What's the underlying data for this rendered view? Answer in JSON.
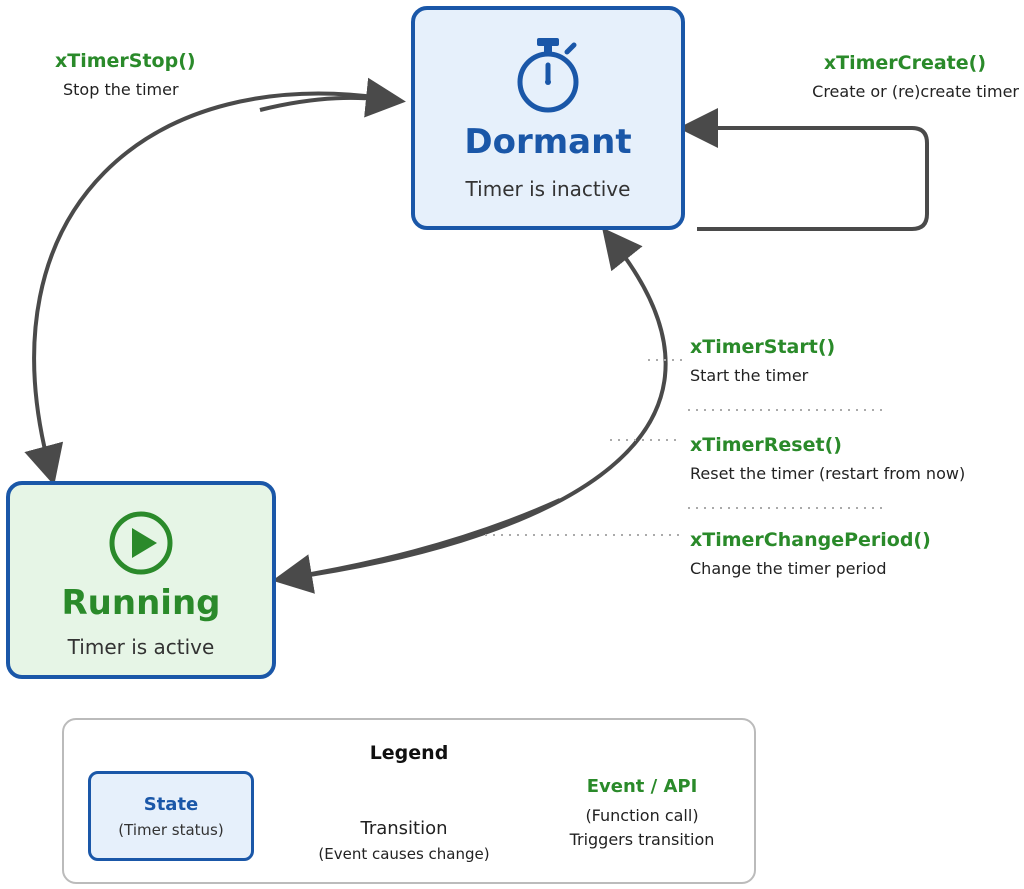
{
  "colors": {
    "state_border": "#1a57a8",
    "dormant_fill": "#e6f0fb",
    "running_fill": "#e6f5e6",
    "event_text": "#2a8a2a",
    "arrow": "#4a4a4a",
    "legend_border": "#bbbbbb"
  },
  "states": {
    "dormant": {
      "title": "Dormant",
      "subtitle": "Timer is inactive",
      "icon": "stopwatch-icon"
    },
    "running": {
      "title": "Running",
      "subtitle": "Timer is active",
      "icon": "play-circle-icon"
    }
  },
  "events": {
    "stop": {
      "name": "xTimerStop()",
      "desc": "Stop the timer"
    },
    "create": {
      "name": "xTimerCreate()",
      "desc": "Create or (re)create timer"
    },
    "start": {
      "name": "xTimerStart()",
      "desc": "Start the timer"
    },
    "reset": {
      "name": "xTimerReset()",
      "desc": "Reset the timer (restart from now)"
    },
    "change_period": {
      "name": "xTimerChangePeriod()",
      "desc": "Change the timer period"
    }
  },
  "legend": {
    "title": "Legend",
    "state_label": "State",
    "state_sub": "(Timer status)",
    "transition_label": "Transition",
    "transition_sub": "(Event causes change)",
    "event_label": "Event / API",
    "event_sub1": "(Function call)",
    "event_sub2": "Triggers transition"
  }
}
